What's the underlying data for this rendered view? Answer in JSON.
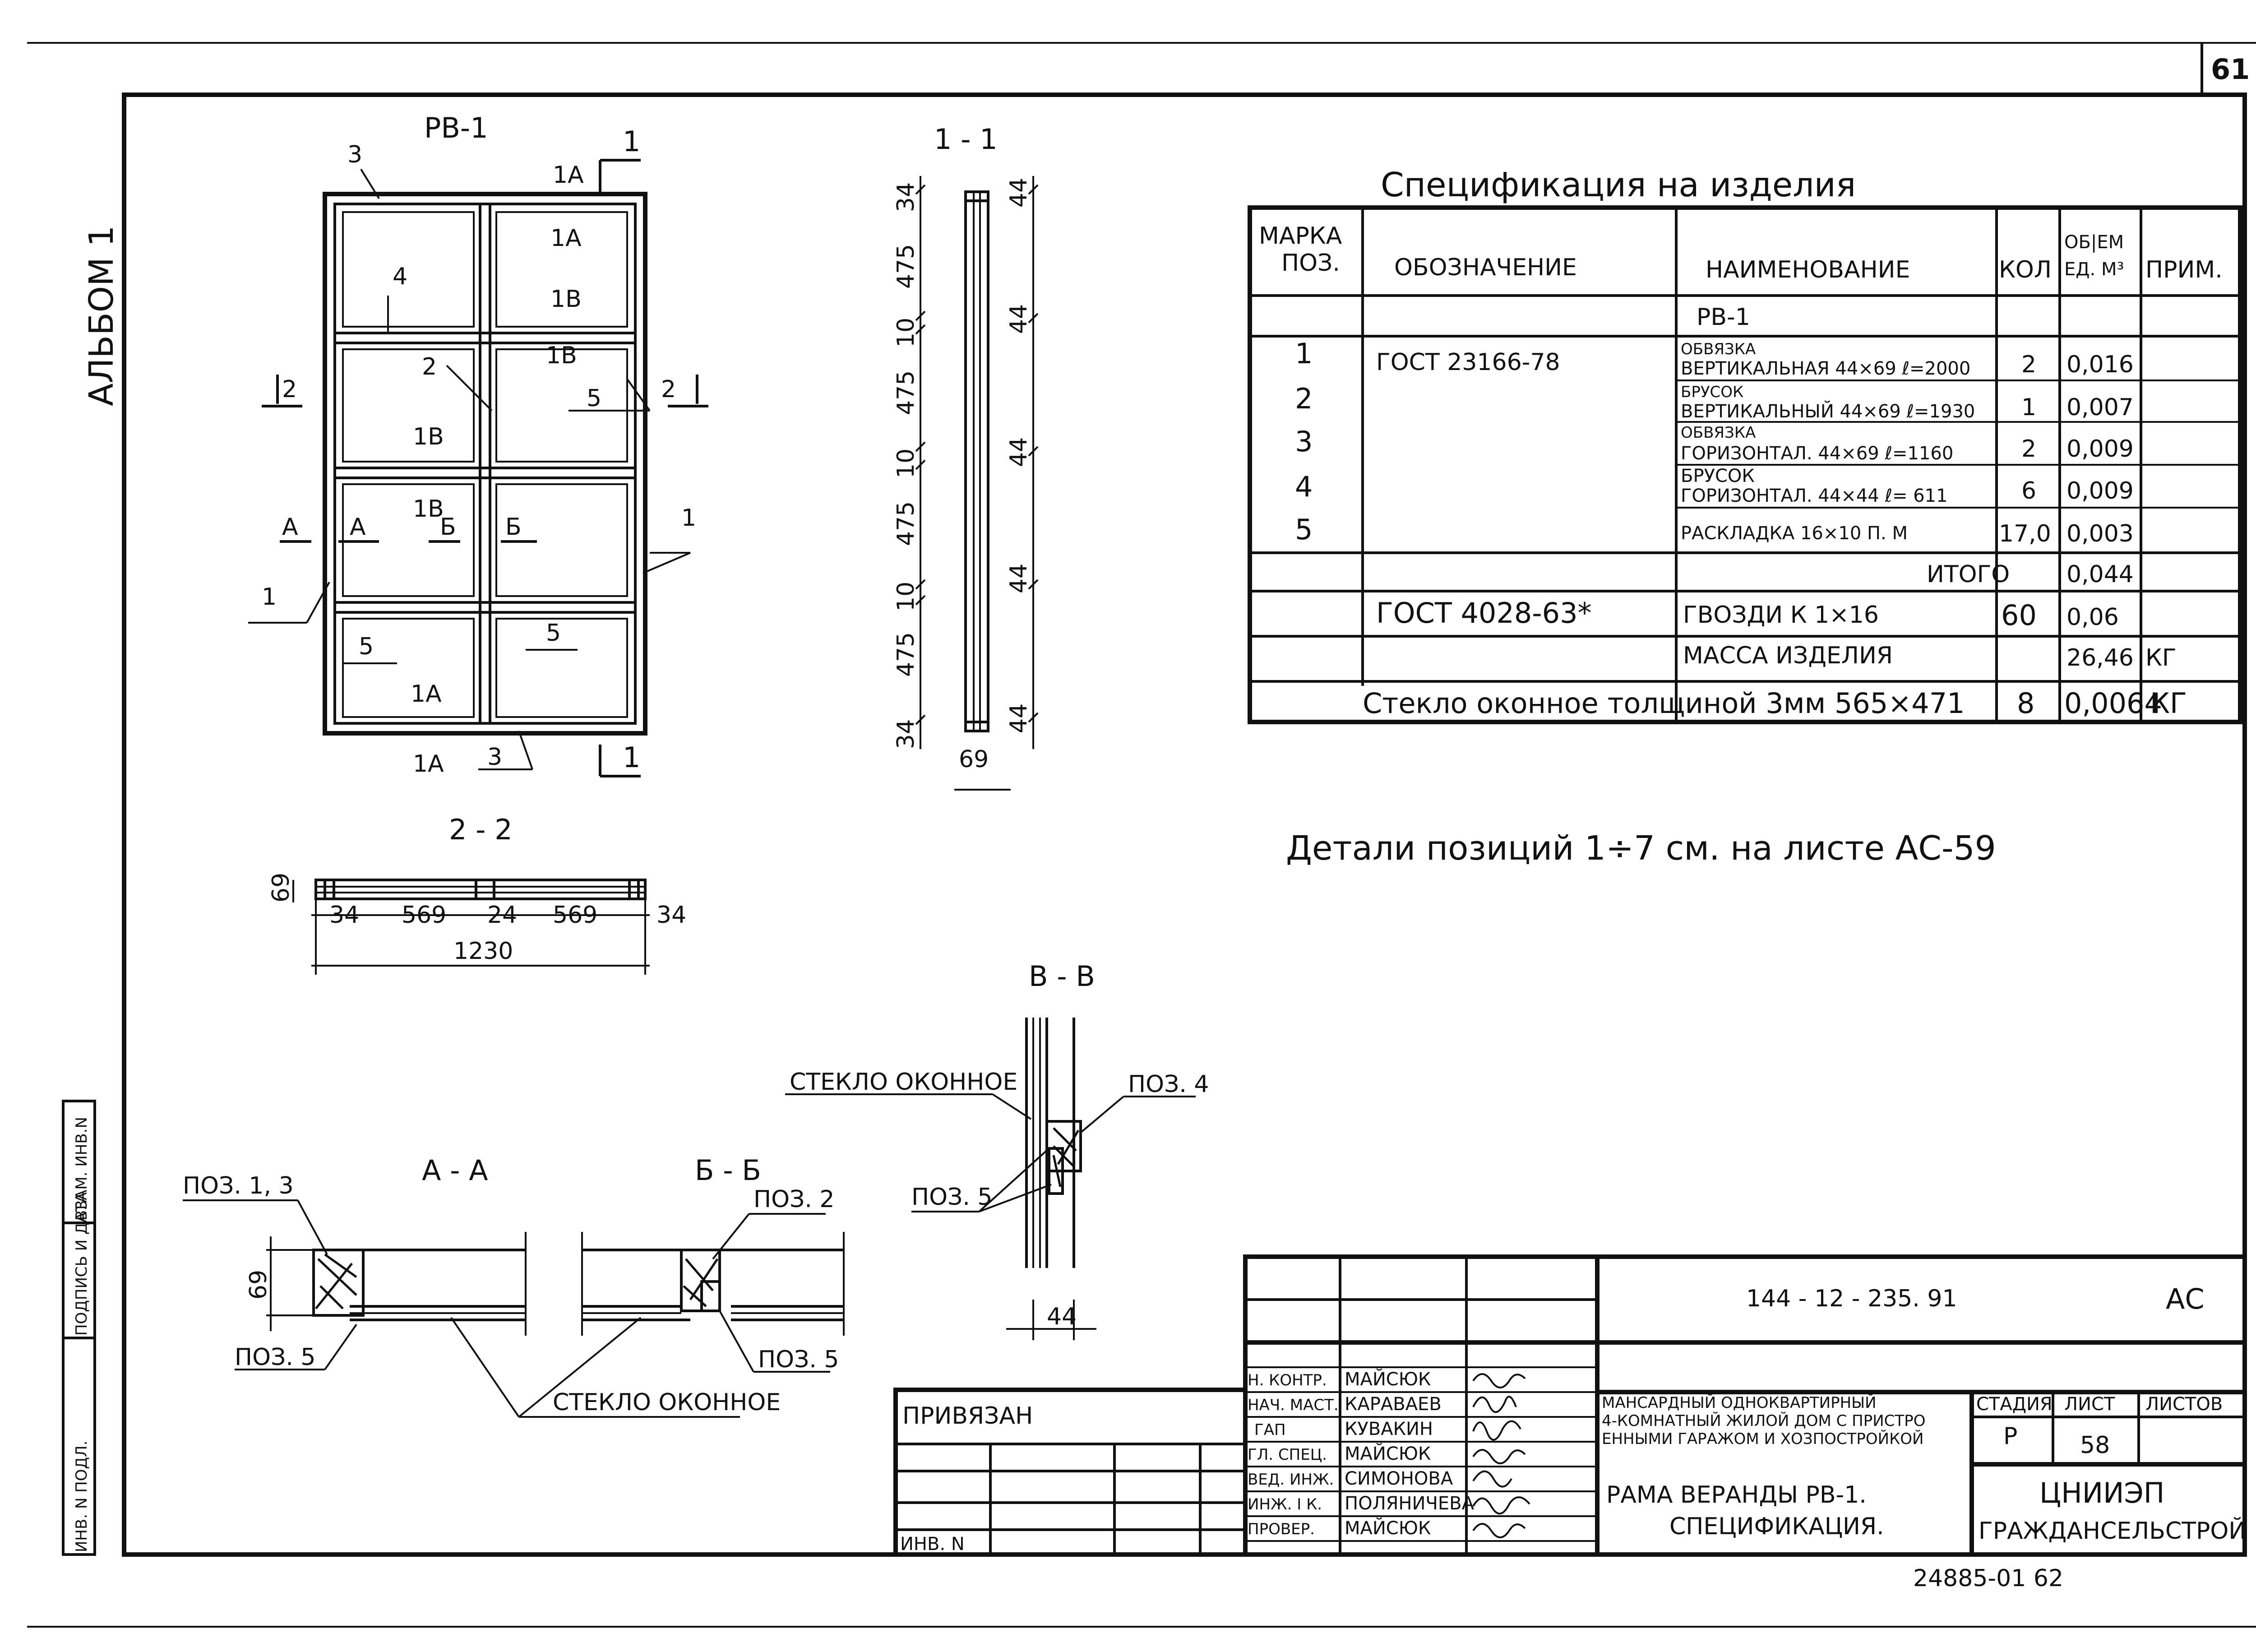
{
  "sheet_number": "61",
  "album": "АЛЬБОМ 1",
  "left_strip": [
    "ИНВ. N ПОДЛ.",
    "ПОДПИСЬ И ДАТА",
    "ВЗАМ. ИНВ.N"
  ],
  "views": {
    "rv1": {
      "title": "РВ-1",
      "section_mark": "1",
      "labels": [
        "3",
        "4",
        "2",
        "5",
        "1",
        "1",
        "5",
        "5",
        "3",
        "2",
        "2",
        "А",
        "А",
        "Б",
        "Б"
      ],
      "glass_marks": [
        "1А",
        "1А",
        "1В",
        "1В",
        "1В",
        "1В",
        "1А",
        "1А"
      ]
    },
    "section_1_1": {
      "title": "1 - 1",
      "left_dims": [
        "34",
        "475",
        "10",
        "475",
        "10",
        "475",
        "10",
        "475",
        "34"
      ],
      "right_dims": [
        "44",
        "44",
        "44",
        "44",
        "44"
      ],
      "bottom_dim": "69"
    },
    "section_2_2": {
      "title": "2 - 2",
      "dims": [
        "34",
        "569",
        "24",
        "569",
        "34"
      ],
      "total": "1230",
      "height": "69"
    },
    "section_v_v": {
      "title": "В - В",
      "glass_label": "СТЕКЛО ОКОННОЕ",
      "pos4": "ПОЗ. 4",
      "pos5": "ПОЗ. 5",
      "width": "44"
    },
    "section_a_a": {
      "title": "А - А",
      "pos13": "ПОЗ. 1, 3",
      "pos5": "ПОЗ. 5",
      "height": "69"
    },
    "section_b_b": {
      "title": "Б - Б",
      "pos2": "ПОЗ. 2",
      "pos5": "ПОЗ. 5"
    },
    "glass_common_label": "СТЕКЛО ОКОННОЕ"
  },
  "spec": {
    "title": "Спецификация  на изделия",
    "headers": {
      "mark": [
        "МАРКА",
        "ПОЗ."
      ],
      "designation": "ОБОЗНАЧЕНИЕ",
      "name": "НАИМЕНОВАНИЕ",
      "qty": "КОЛ",
      "volume": [
        "ОБ|ЕМ",
        "ЕД. М³"
      ],
      "note": "ПРИМ."
    },
    "group": "РВ-1",
    "rows": [
      {
        "pos": "1",
        "designation": "ГОСТ 23166-78",
        "name1": "ОБВЯЗКА",
        "name2": "ВЕРТИКАЛЬНАЯ 44×69 ℓ=2000",
        "qty": "2",
        "volume": "0,016"
      },
      {
        "pos": "2",
        "designation": "",
        "name1": "БРУСОК",
        "name2": "ВЕРТИКАЛЬНЫЙ 44×69 ℓ=1930",
        "qty": "1",
        "volume": "0,007"
      },
      {
        "pos": "3",
        "designation": "",
        "name1": "ОБВЯЗКА",
        "name2": "ГОРИЗОНТАЛ. 44×69 ℓ=1160",
        "qty": "2",
        "volume": "0,009"
      },
      {
        "pos": "4",
        "designation": "",
        "name1": "БРУСОК",
        "name2": "ГОРИЗОНТАЛ. 44×44 ℓ= 611",
        "qty": "6",
        "volume": "0,009"
      },
      {
        "pos": "5",
        "designation": "",
        "name1": "РАСКЛАДКА 16×10   П. М",
        "name2": "",
        "qty": "17,0",
        "volume": "0,003"
      }
    ],
    "total_label": "ИТОГО",
    "total_value": "0,044",
    "nails": {
      "designation": "ГОСТ 4028-63*",
      "name": "ГВОЗДИ К 1×16",
      "qty": "60",
      "volume": "0,06"
    },
    "mass": {
      "name": "МАССА ИЗДЕЛИЯ",
      "volume": "26,46",
      "unit": "КГ"
    },
    "glass": {
      "name": "Стекло   оконное   толщиной 3мм 565×471",
      "qty": "8",
      "volume": "0,0064",
      "unit": "КГ"
    }
  },
  "details_note": "Детали  позиций  1÷7 см. на листе АС-59",
  "title_block": {
    "code": "144 - 12 - 235. 91",
    "set": "АС",
    "bound": "ПРИВЯЗАН",
    "inv": "ИНВ. N",
    "roles": [
      {
        "role": "Н. КОНТР.",
        "name": "МАЙСЮК"
      },
      {
        "role": "НАЧ. МАСТ.",
        "name": "КАРАВАЕВ"
      },
      {
        "role": "ГАП",
        "name": "КУВАКИН"
      },
      {
        "role": "ГЛ. СПЕЦ.",
        "name": "МАЙСЮК"
      },
      {
        "role": "ВЕД. ИНЖ.",
        "name": "СИМОНОВА"
      },
      {
        "role": "ИНЖ. I К.",
        "name": "ПОЛЯНИЧЕВА"
      },
      {
        "role": "ПРОВЕР.",
        "name": "МАЙСЮК"
      }
    ],
    "project": [
      "МАНСАРДНЫЙ ОДНОКВАРТИРНЫЙ",
      "4-КОМНАТНЫЙ ЖИЛОЙ ДОМ С ПРИСТРО",
      "ЕННЫМИ ГАРАЖОМ И ХОЗПОСТРОЙКОЙ"
    ],
    "stage_label": "СТАДИЯ",
    "sheet_label": "ЛИСТ",
    "sheets_label": "ЛИСТОВ",
    "stage": "Р",
    "sheet": "58",
    "sheet_title": [
      "РАМА ВЕРАНДЫ РВ-1.",
      "СПЕЦИФИКАЦИЯ."
    ],
    "org": [
      "ЦНИИЭП",
      "ГРАЖДАНСЕЛЬСТРОЙ"
    ],
    "archive_no": "24885-01  62"
  }
}
